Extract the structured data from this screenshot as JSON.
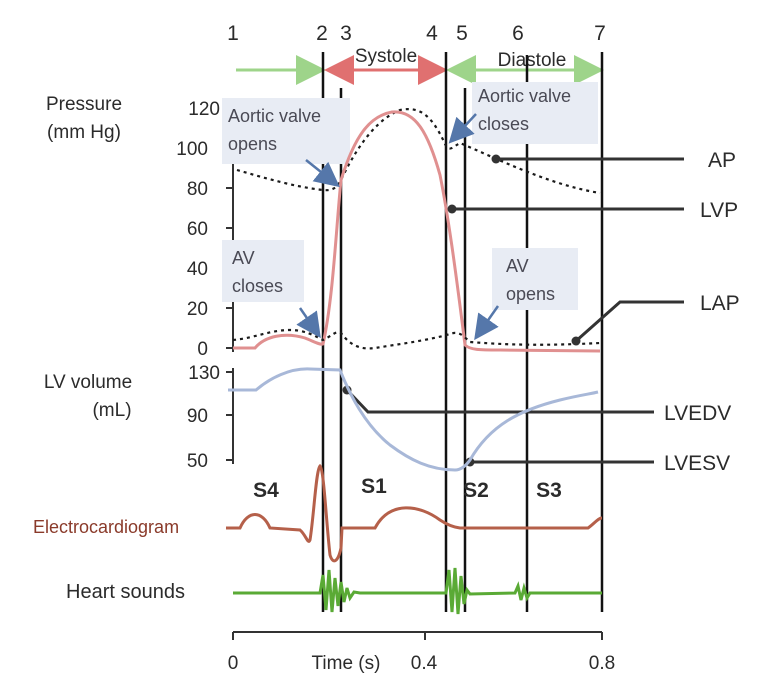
{
  "phase_numbers": [
    "1",
    "2",
    "3",
    "4",
    "5",
    "6",
    "7"
  ],
  "phases": {
    "systole": "Systole",
    "diastole": "Diastole"
  },
  "pressure_axis": {
    "title_line1": "Pressure",
    "title_line2": "(mm Hg)",
    "ticks": [
      "120",
      "100",
      "80",
      "60",
      "40",
      "20",
      "0"
    ]
  },
  "volume_axis": {
    "title_line1": "LV volume",
    "title_line2": "(mL)",
    "ticks": [
      "130",
      "90",
      "50"
    ]
  },
  "annotations": {
    "aortic_opens": [
      "Aortic valve",
      "opens"
    ],
    "aortic_closes": [
      "Aortic valve",
      "closes"
    ],
    "av_closes": [
      "AV",
      "closes"
    ],
    "av_opens": [
      "AV",
      "opens"
    ]
  },
  "curve_labels": {
    "ap": "AP",
    "lvp": "LVP",
    "lap": "LAP",
    "lvedv": "LVEDV",
    "lvesv": "LVESV"
  },
  "heart_sounds_labels": {
    "s4": "S4",
    "s1": "S1",
    "s2": "S2",
    "s3": "S3"
  },
  "trace_labels": {
    "ecg": "Electrocardiogram",
    "heart_sounds": "Heart sounds"
  },
  "time_axis": {
    "title": "Time (s)",
    "ticks": [
      "0",
      "0.4",
      "0.8"
    ]
  },
  "colors": {
    "lvp": "#e09090",
    "lv_volume": "#a8b8d8",
    "ecg": "#b5604a",
    "heart_sounds": "#5aaa35",
    "phase_arrow_green": "#9ed48a",
    "phase_arrow_red": "#e07070",
    "note_bg": "#e8ecf4",
    "pointer": "#5577aa"
  }
}
